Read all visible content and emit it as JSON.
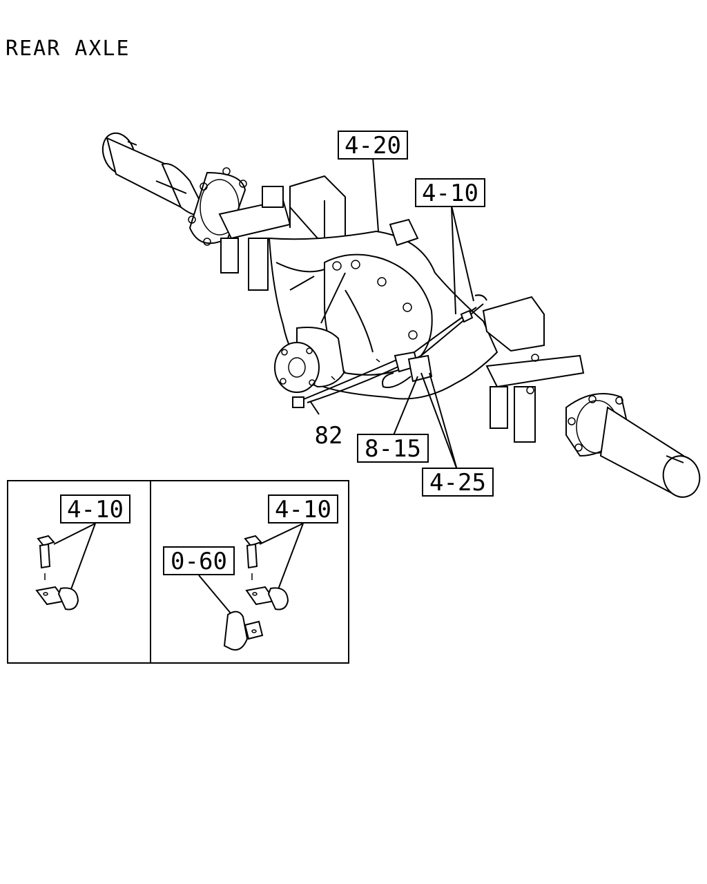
{
  "title": "REAR AXLE",
  "callouts": {
    "axle_housing": "4-20",
    "harness_clip_main": "4-10",
    "sensor": "8-15",
    "harness_connector": "4-25",
    "wire": "82",
    "inset_left_clip": "4-10",
    "inset_right_clip": "4-10",
    "inset_right_bracket": "0-60"
  }
}
